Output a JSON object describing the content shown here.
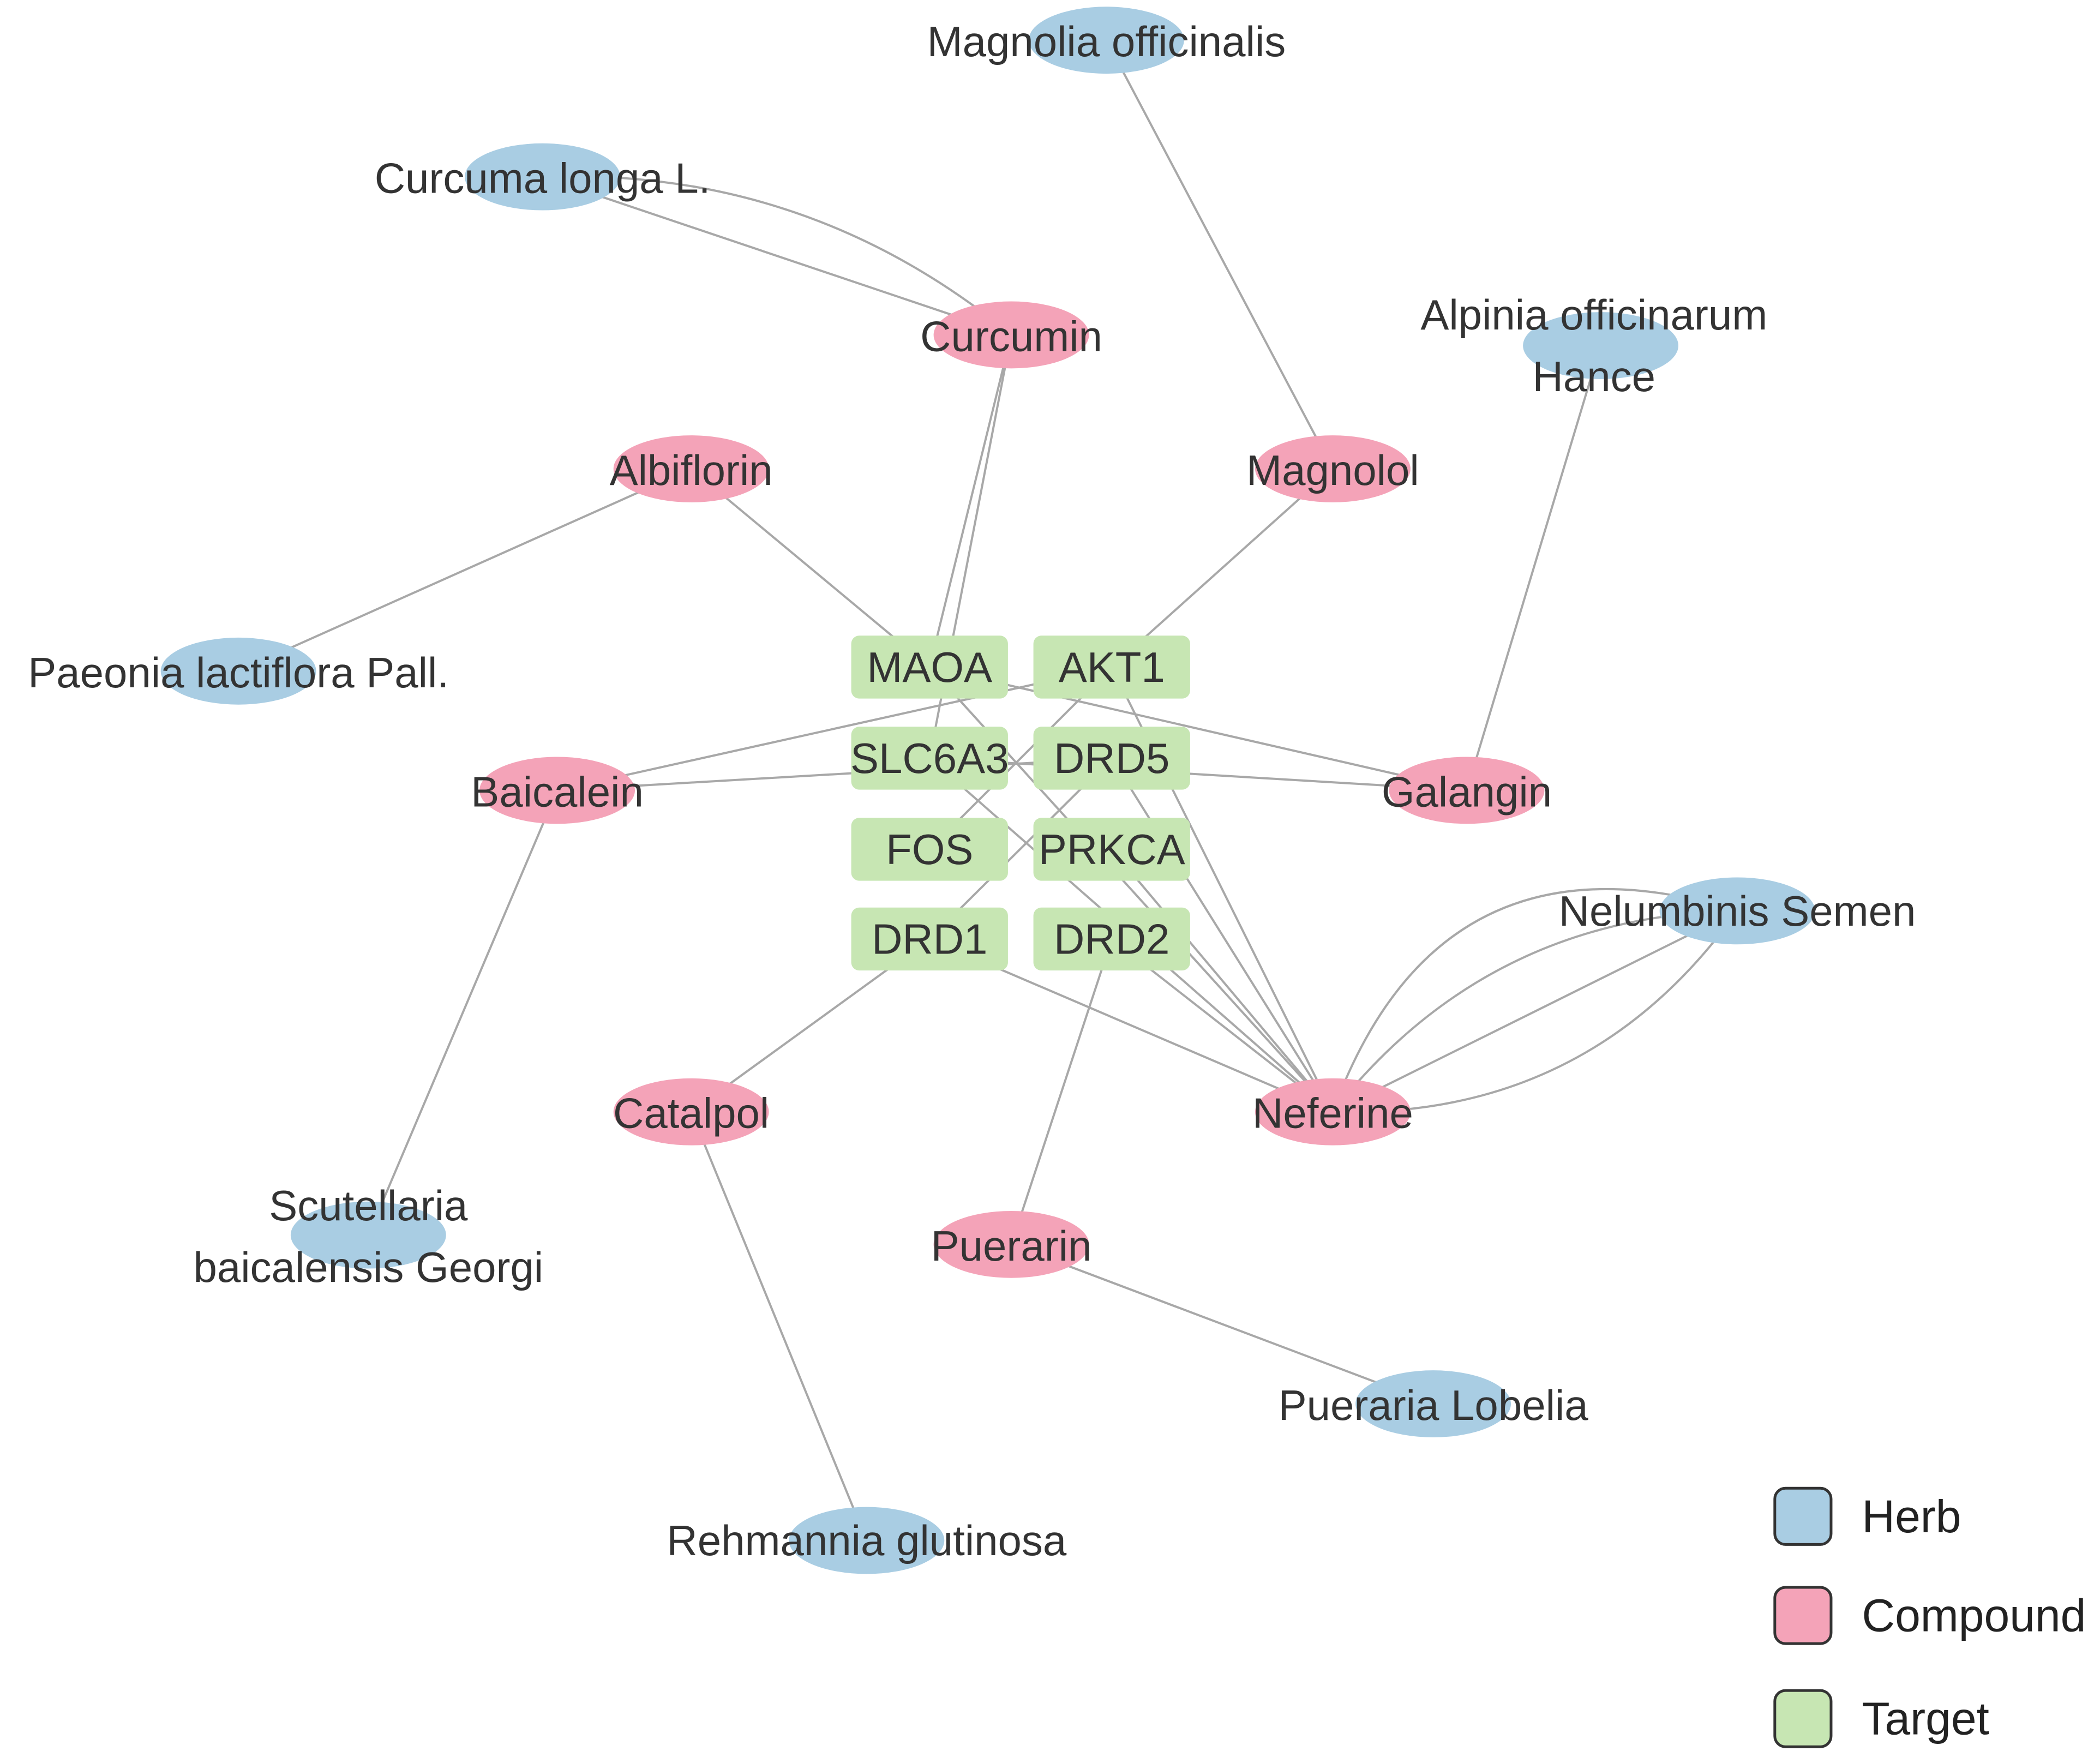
{
  "colors": {
    "herb": "#a9cde3",
    "compound": "#f4a3b8",
    "target": "#c7e6b3",
    "edge": "#a8a8a8"
  },
  "nodes": {
    "magnolia_officinalis": {
      "label": "Magnolia officinalis",
      "type": "herb"
    },
    "curcuma_longa": {
      "label": "Curcuma longa L.",
      "type": "herb"
    },
    "alpinia": {
      "label": "Alpinia officinarum Hance",
      "type": "herb"
    },
    "paeonia": {
      "label": "Paeonia lactiflora Pall.",
      "type": "herb"
    },
    "nelumbinis": {
      "label": "Nelumbinis Semen",
      "type": "herb"
    },
    "scutellaria": {
      "label": "Scutellaria baicalensis Georgi",
      "type": "herb"
    },
    "pueraria_lobelia": {
      "label": "Pueraria Lobelia",
      "type": "herb"
    },
    "rehmannia": {
      "label": "Rehmannia glutinosa",
      "type": "herb"
    },
    "curcumin": {
      "label": "Curcumin",
      "type": "compound"
    },
    "albiflorin": {
      "label": "Albiflorin",
      "type": "compound"
    },
    "magnolol": {
      "label": "Magnolol",
      "type": "compound"
    },
    "baicalein": {
      "label": "Baicalein",
      "type": "compound"
    },
    "galangin": {
      "label": "Galangin",
      "type": "compound"
    },
    "catalpol": {
      "label": "Catalpol",
      "type": "compound"
    },
    "neferine": {
      "label": "Neferine",
      "type": "compound"
    },
    "puerarin": {
      "label": "Puerarin",
      "type": "compound"
    },
    "maoa": {
      "label": "MAOA",
      "type": "target"
    },
    "akt1": {
      "label": "AKT1",
      "type": "target"
    },
    "slc6a3": {
      "label": "SLC6A3",
      "type": "target"
    },
    "drd5": {
      "label": "DRD5",
      "type": "target"
    },
    "fos": {
      "label": "FOS",
      "type": "target"
    },
    "prkca": {
      "label": "PRKCA",
      "type": "target"
    },
    "drd1": {
      "label": "DRD1",
      "type": "target"
    },
    "drd2": {
      "label": "DRD2",
      "type": "target"
    }
  },
  "edges": [
    [
      "magnolia_officinalis",
      "magnolol"
    ],
    [
      "curcuma_longa",
      "curcumin"
    ],
    [
      "curcuma_longa",
      "curcumin"
    ],
    [
      "alpinia",
      "galangin"
    ],
    [
      "paeonia",
      "albiflorin"
    ],
    [
      "scutellaria",
      "baicalein"
    ],
    [
      "rehmannia",
      "catalpol"
    ],
    [
      "pueraria_lobelia",
      "puerarin"
    ],
    [
      "nelumbinis",
      "neferine"
    ],
    [
      "nelumbinis",
      "neferine"
    ],
    [
      "nelumbinis",
      "neferine"
    ],
    [
      "nelumbinis",
      "neferine"
    ],
    [
      "curcumin",
      "maoa"
    ],
    [
      "curcumin",
      "slc6a3"
    ],
    [
      "albiflorin",
      "maoa"
    ],
    [
      "magnolol",
      "akt1"
    ],
    [
      "baicalein",
      "akt1"
    ],
    [
      "baicalein",
      "drd5"
    ],
    [
      "galangin",
      "maoa"
    ],
    [
      "galangin",
      "slc6a3"
    ],
    [
      "catalpol",
      "drd1"
    ],
    [
      "puerarin",
      "drd2"
    ],
    [
      "neferine",
      "drd1"
    ],
    [
      "neferine",
      "drd2"
    ],
    [
      "neferine",
      "drd5"
    ],
    [
      "neferine",
      "prkca"
    ],
    [
      "neferine",
      "akt1"
    ],
    [
      "neferine",
      "maoa"
    ],
    [
      "neferine",
      "slc6a3"
    ],
    [
      "fos",
      "akt1"
    ],
    [
      "drd1",
      "drd5"
    ]
  ],
  "legend": [
    {
      "label": "Herb",
      "type": "herb"
    },
    {
      "label": "Compound",
      "type": "compound"
    },
    {
      "label": "Target",
      "type": "target"
    }
  ]
}
